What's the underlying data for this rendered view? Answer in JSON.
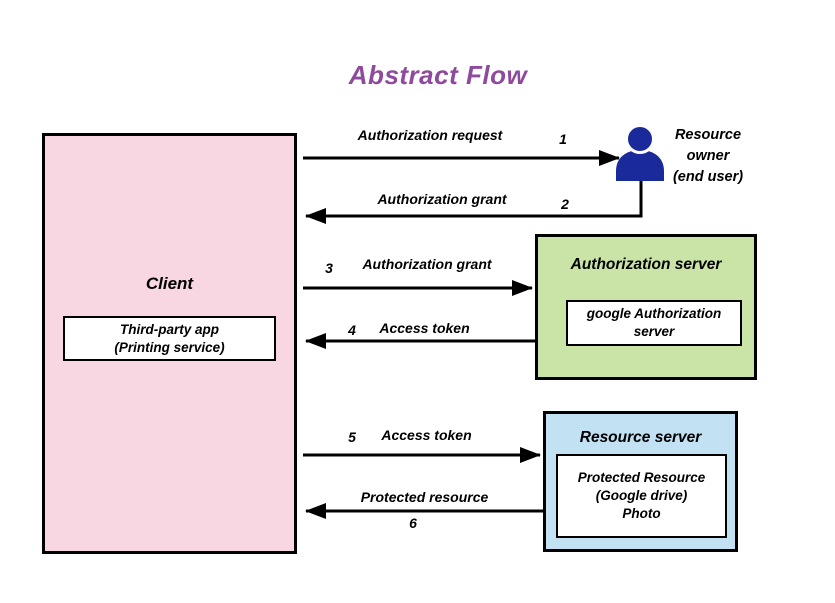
{
  "title": "Abstract Flow",
  "client": {
    "label": "Client",
    "inner_label": "Third-party app\n(Printing service)"
  },
  "resource_owner": {
    "label": "Resource\nowner\n(end user)"
  },
  "authorization_server": {
    "label": "Authorization server",
    "inner_label": "google Authorization\nserver"
  },
  "resource_server": {
    "label": "Resource server",
    "inner_label": "Protected Resource\n(Google drive)\nPhoto"
  },
  "flows": [
    {
      "num": "1",
      "label": "Authorization request",
      "from": "client",
      "to": "resource-owner"
    },
    {
      "num": "2",
      "label": "Authorization grant",
      "from": "resource-owner",
      "to": "client"
    },
    {
      "num": "3",
      "label": "Authorization grant",
      "from": "client",
      "to": "authorization-server"
    },
    {
      "num": "4",
      "label": "Access token",
      "from": "authorization-server",
      "to": "client"
    },
    {
      "num": "5",
      "label": "Access token",
      "from": "client",
      "to": "resource-server"
    },
    {
      "num": "6",
      "label": "Protected resource",
      "from": "resource-server",
      "to": "client"
    }
  ],
  "colors": {
    "title": "#8e4a9c",
    "client_fill": "#f8d6e2",
    "authorization_server_fill": "#c9e4a6",
    "resource_server_fill": "#c2e1f2",
    "person_icon": "#1b2a9b",
    "arrow": "#000000"
  }
}
